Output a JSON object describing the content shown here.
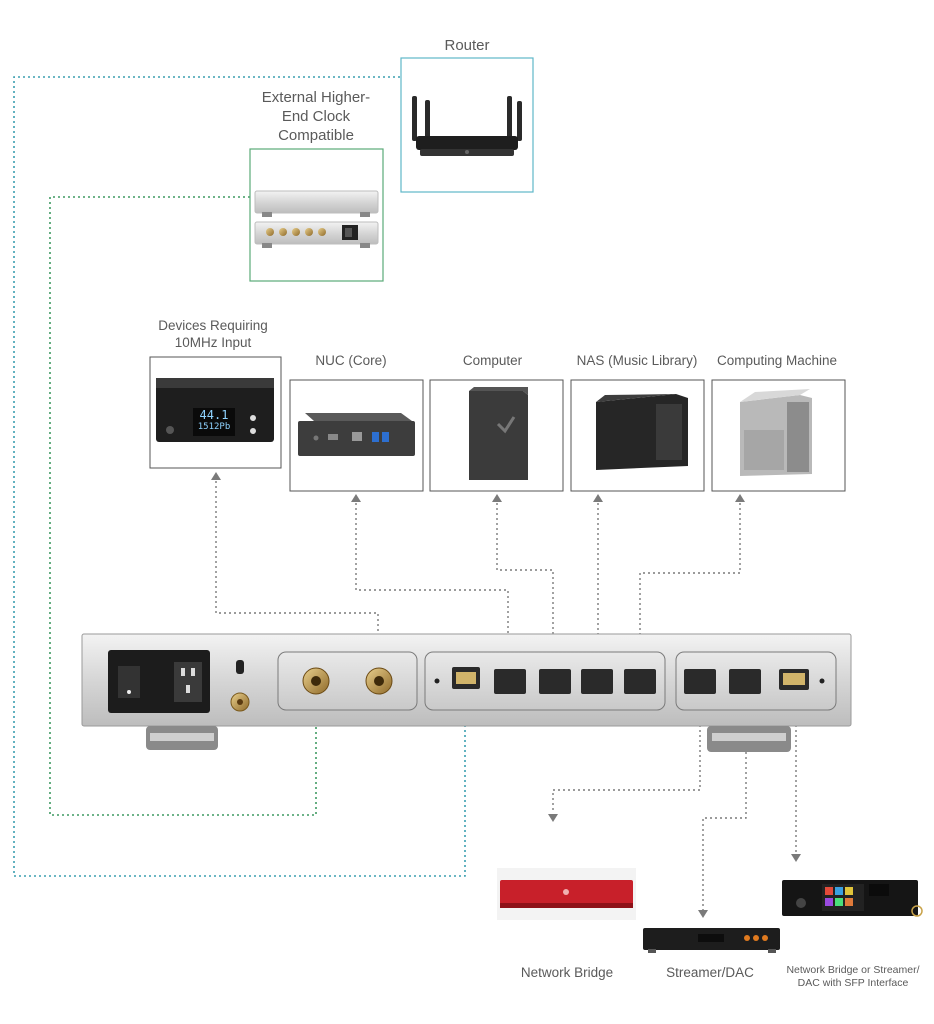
{
  "labels": {
    "router": "Router",
    "clock": "External Higher-End Clock Compatible",
    "devices_10mhz": "Devices Requiring 10MHz Input",
    "nuc": "NUC (Core)",
    "computer": "Computer",
    "nas": "NAS (Music Library)",
    "computing_machine": "Computing Machine",
    "network_bridge": "Network Bridge",
    "streamer_dac": "Streamer/DAC",
    "sfp_device": "Network Bridge or Streamer/ DAC with SFP Interface"
  },
  "device_text": {
    "clock_display_top": "44.1",
    "clock_display_bottom": "1512Pb"
  },
  "colors": {
    "router_border": "#5fb7c9",
    "clock_border": "#5aaa77",
    "gray_line": "#7a7a7a",
    "green_line": "#3f9a62",
    "teal_line": "#3b9fb0",
    "bridge_red": "#c8202a"
  }
}
